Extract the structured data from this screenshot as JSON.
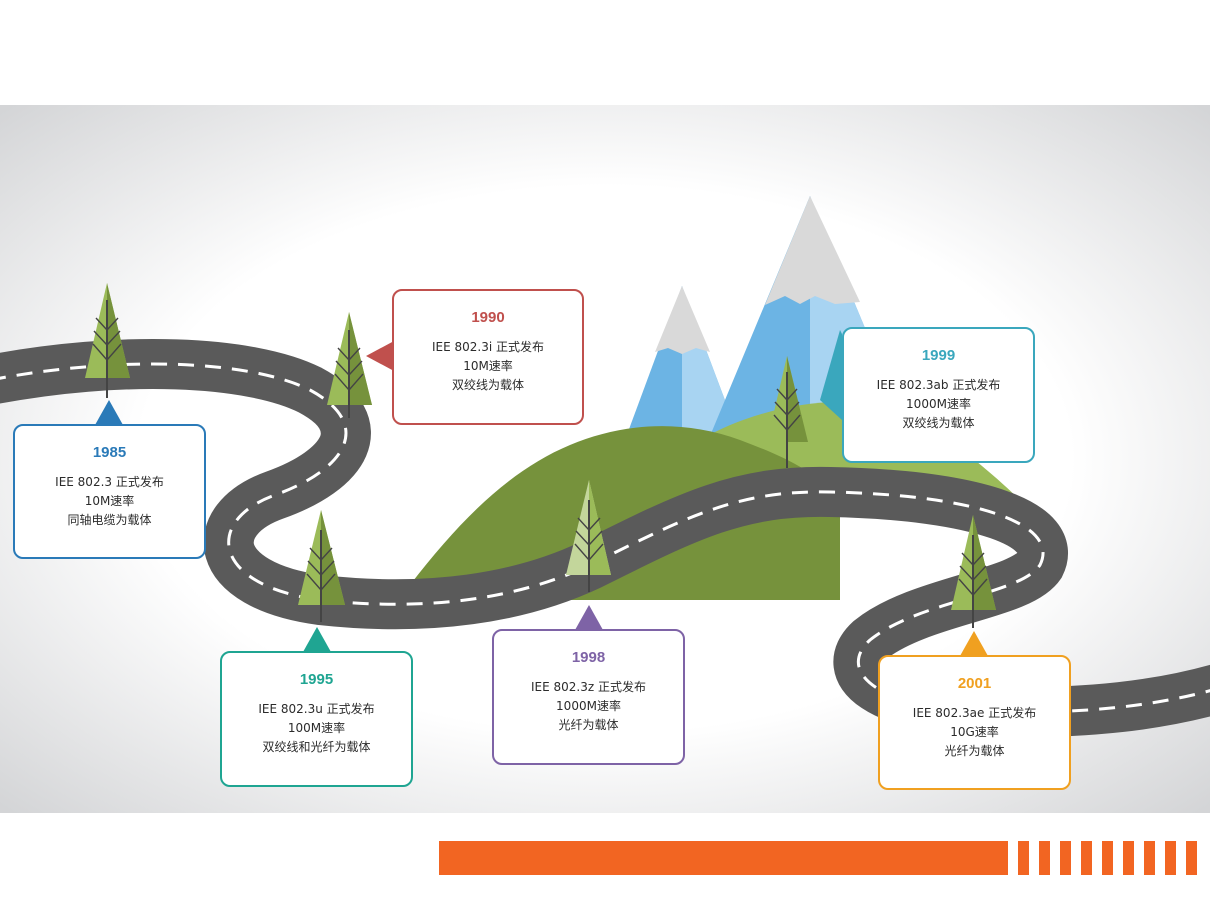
{
  "milestones": [
    {
      "year": "1985",
      "lines": [
        "IEE 802.3 正式发布",
        "10M速率",
        "同轴电缆为载体"
      ],
      "color": "#2a7ab8"
    },
    {
      "year": "1990",
      "lines": [
        "IEE 802.3i 正式发布",
        "10M速率",
        "双绞线为载体"
      ],
      "color": "#c0504d"
    },
    {
      "year": "1995",
      "lines": [
        "IEE 802.3u 正式发布",
        "100M速率",
        "双绞线和光纤为载体"
      ],
      "color": "#1fa592"
    },
    {
      "year": "1998",
      "lines": [
        "IEE 802.3z 正式发布",
        "1000M速率",
        "光纤为载体"
      ],
      "color": "#7e63a6"
    },
    {
      "year": "1999",
      "lines": [
        "IEE 802.3ab 正式发布",
        "1000M速率",
        "双绞线为载体"
      ],
      "color": "#3aa7bd"
    },
    {
      "year": "2001",
      "lines": [
        "IEE 802.3ae 正式发布",
        "10G速率",
        "光纤为载体"
      ],
      "color": "#f0a020"
    }
  ],
  "palette": {
    "road": "#5a5a5a",
    "hill_dark": "#76923c",
    "hill_light": "#9bbb59",
    "mountain_blue": "#6cb4e4",
    "mountain_light": "#a8d4f2",
    "snow": "#d9d9d9",
    "tree_dark": "#76923c",
    "tree_light": "#9bbb59",
    "footer_bar": "#f26522"
  }
}
